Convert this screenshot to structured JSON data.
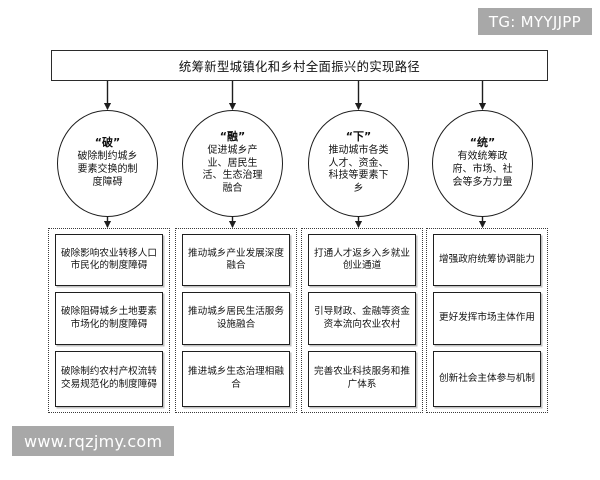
{
  "watermarks": {
    "top_right": "TG: MYYJJPP",
    "bottom_left": "www.rqzjmy.com",
    "badge_bg": "#a8a8a8",
    "badge_fg": "#ffffff"
  },
  "diagram": {
    "title": "统筹新型城镇化和乡村全面振兴的实现路径",
    "line_color": "#1d1d1d",
    "box_fill": "#ffffff",
    "branches": [
      {
        "key": "po",
        "keyword": "“破”",
        "summary": "破除制约城乡要素交换的制度障碍",
        "items": [
          "破除影响农业转移人口市民化的制度障碍",
          "破除阻碍城乡土地要素市场化的制度障碍",
          "破除制约农村产权流转交易规范化的制度障碍"
        ]
      },
      {
        "key": "rong",
        "keyword": "“融”",
        "summary": "促进城乡产业、居民生活、生态治理融合",
        "items": [
          "推动城乡产业发展深度融合",
          "推动城乡居民生活服务设施融合",
          "推进城乡生态治理相融合"
        ]
      },
      {
        "key": "xia",
        "keyword": "“下”",
        "summary": "推动城市各类人才、资金、科技等要素下乡",
        "items": [
          "打通人才返乡入乡就业创业通道",
          "引导财政、金融等资金资本流向农业农村",
          "完善农业科技服务和推广体系"
        ]
      },
      {
        "key": "tong",
        "keyword": "“统”",
        "summary": "有效统筹政府、市场、社会等多方力量",
        "items": [
          "增强政府统筹协调能力",
          "更好发挥市场主体作用",
          "创新社会主体参与机制"
        ]
      }
    ]
  }
}
